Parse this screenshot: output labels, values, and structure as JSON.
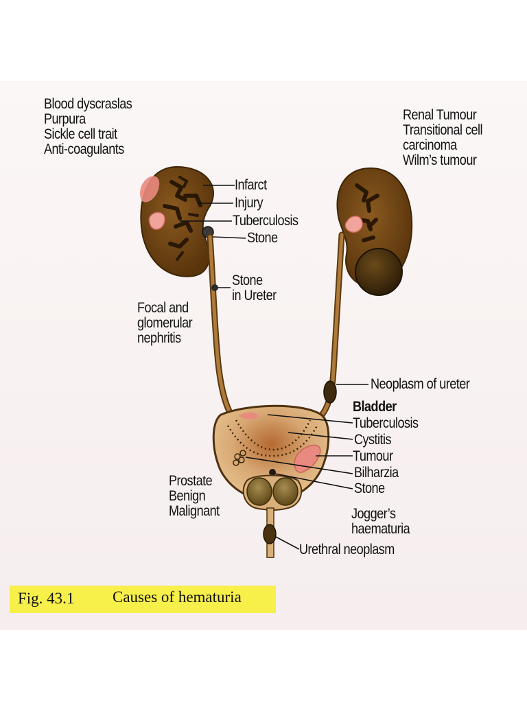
{
  "groups": {
    "blood": {
      "title": "Blood dyscraslas",
      "items": [
        "Purpura",
        "Sickle cell trait",
        "Anti-coagulants"
      ]
    },
    "renal": {
      "title": "Renal Tumour",
      "items": [
        "Transitional cell",
        "carcinoma",
        "Wilm’s tumour"
      ]
    },
    "prostate": {
      "title": "Prostate",
      "items": [
        "Benign",
        "Malignant"
      ]
    },
    "bladder": {
      "title": "Bladder"
    }
  },
  "labels": {
    "infarct": "Infarct",
    "injury": "Injury",
    "tuberculosis_kidney": "Tuberculosis",
    "stone_kidney": "Stone",
    "stone_ureter_1": "Stone",
    "stone_ureter_2": "in Ureter",
    "nephritis_1": "Focal and",
    "nephritis_2": "glomerular",
    "nephritis_3": "nephritis",
    "neoplasm_ureter": "Neoplasm of ureter",
    "bladder_tuberculosis": "Tuberculosis",
    "cystitis": "Cystitis",
    "tumour": "Tumour",
    "bilharzia": "Bilharzia",
    "stone_bladder": "Stone",
    "joggers_1": "Jogger’s",
    "joggers_2": "haematuria",
    "urethral_neoplasm": "Urethral neoplasm"
  },
  "caption": {
    "number": "Fig. 43.1",
    "title": "Causes of hematuria"
  },
  "colors": {
    "kidney": "#6b4212",
    "ureter": "#8a5a20",
    "bladder": "#d9b07a",
    "lesion": "#e98a80",
    "caption_highlight": "#f7ef4a"
  }
}
